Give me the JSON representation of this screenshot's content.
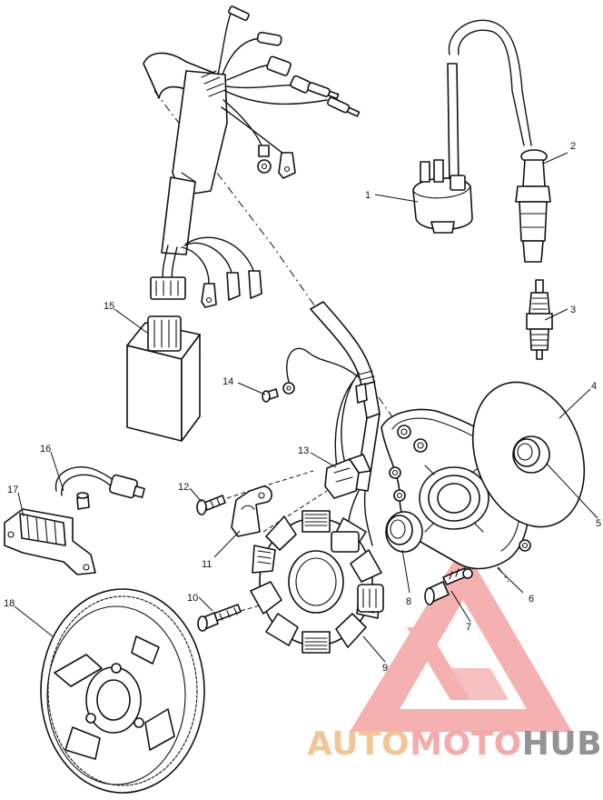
{
  "callouts": [
    {
      "id": "1",
      "label": "1",
      "part": "ignition-coil"
    },
    {
      "id": "2",
      "label": "2",
      "part": "spark-plug-cap"
    },
    {
      "id": "3",
      "label": "3",
      "part": "spark-plug"
    },
    {
      "id": "4",
      "label": "4",
      "part": "o-ring"
    },
    {
      "id": "5",
      "label": "5",
      "part": "oil-seal"
    },
    {
      "id": "6",
      "label": "6",
      "part": "magneto-housing"
    },
    {
      "id": "7",
      "label": "7",
      "part": "housing-bolt"
    },
    {
      "id": "8",
      "label": "8",
      "part": "crank-seal"
    },
    {
      "id": "9",
      "label": "9",
      "part": "stator"
    },
    {
      "id": "10",
      "label": "10",
      "part": "stator-bolt"
    },
    {
      "id": "11",
      "label": "11",
      "part": "wire-clamp"
    },
    {
      "id": "12",
      "label": "12",
      "part": "clamp-screw"
    },
    {
      "id": "13",
      "label": "13",
      "part": "pulser-coil"
    },
    {
      "id": "14",
      "label": "14",
      "part": "ground-screw"
    },
    {
      "id": "15",
      "label": "15",
      "part": "cdi-box"
    },
    {
      "id": "16",
      "label": "16",
      "part": "regulator-lead"
    },
    {
      "id": "17",
      "label": "17",
      "part": "voltage-regulator"
    },
    {
      "id": "18",
      "label": "18",
      "part": "flywheel"
    }
  ],
  "watermark": {
    "text_a": "AUTO",
    "text_b": "MOTO",
    "text_c": "HUB",
    "color_a": "#f2c08a",
    "color_b": "#f4a3a3",
    "color_c": "#888888",
    "logo_color": "#f4a3a3"
  }
}
